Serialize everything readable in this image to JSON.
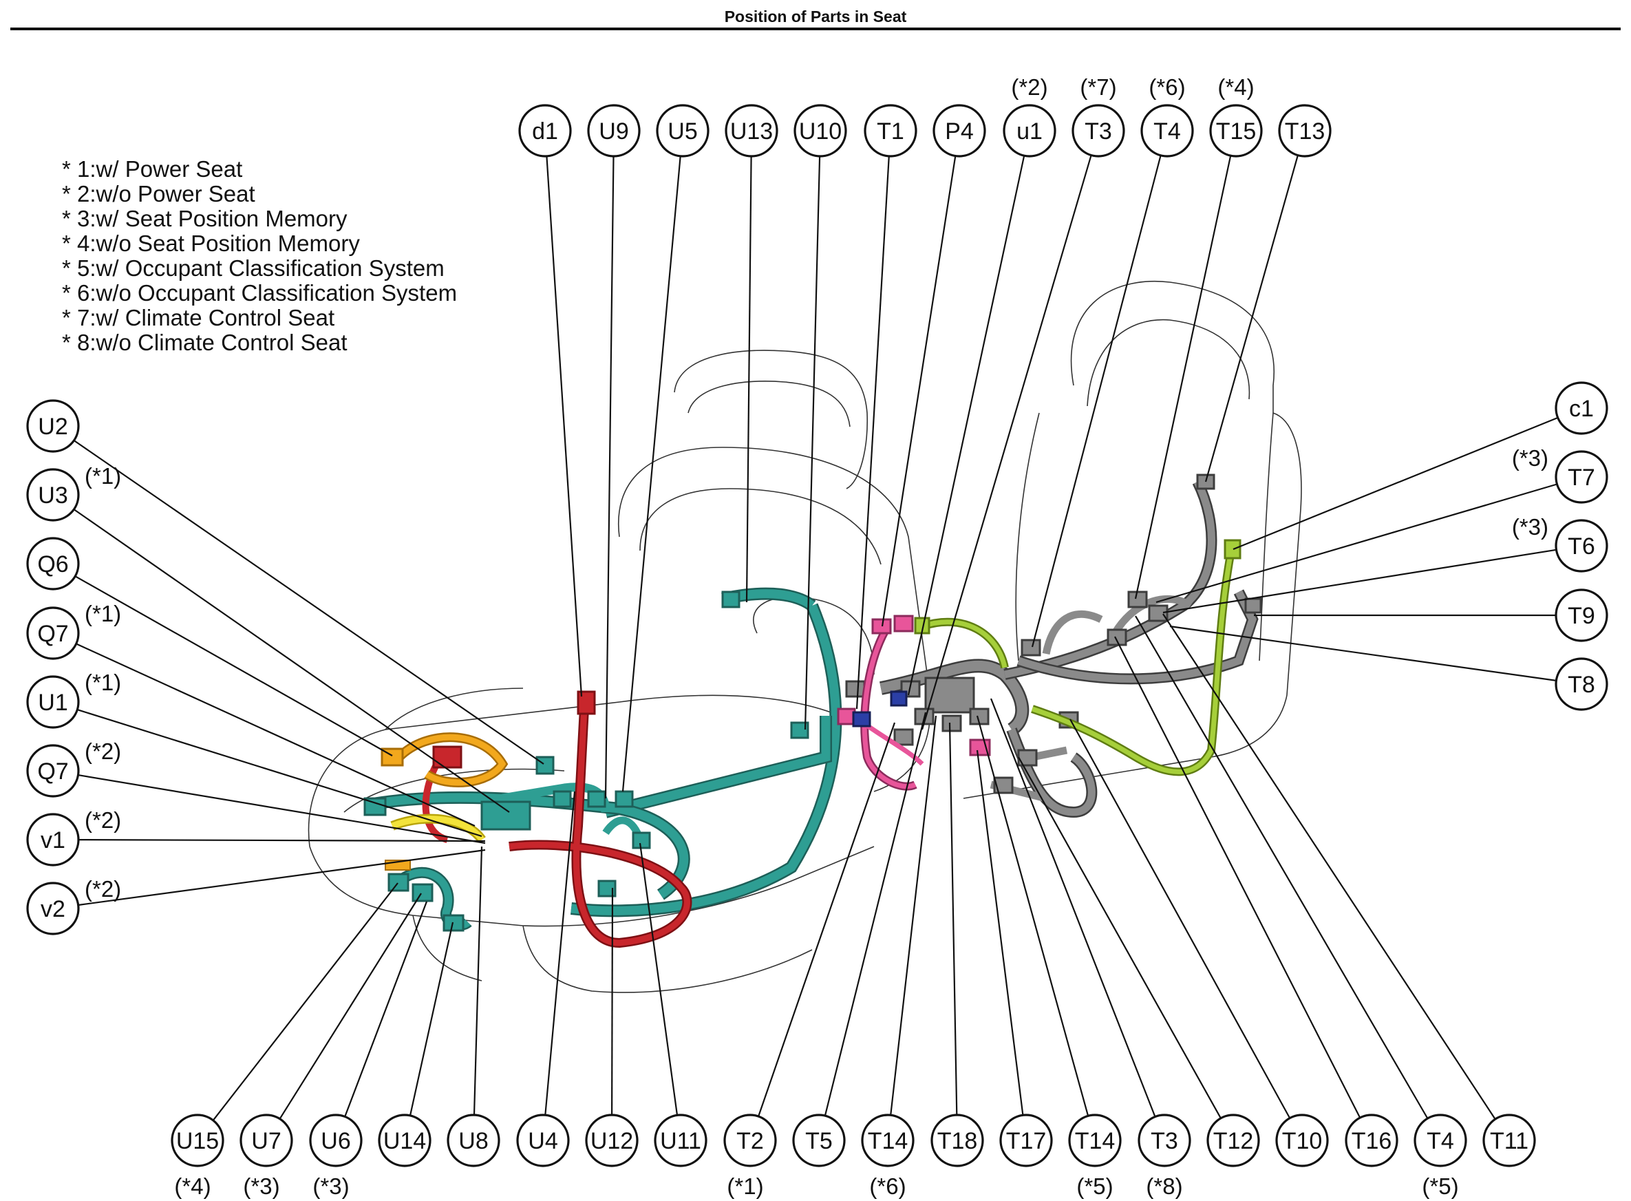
{
  "title": "Position of Parts in Seat",
  "legend": [
    "* 1:w/ Power Seat",
    "* 2:w/o Power Seat",
    "* 3:w/ Seat Position Memory",
    "* 4:w/o Seat Position Memory",
    "* 5:w/ Occupant Classification System",
    "* 6:w/o Occupant Classification System",
    "* 7:w/ Climate Control Seat",
    "* 8:w/o Climate Control Seat"
  ],
  "callouts_top": [
    {
      "label": "d1",
      "note": ""
    },
    {
      "label": "U9",
      "note": ""
    },
    {
      "label": "U5",
      "note": ""
    },
    {
      "label": "U13",
      "note": ""
    },
    {
      "label": "U10",
      "note": ""
    },
    {
      "label": "T1",
      "note": ""
    },
    {
      "label": "P4",
      "note": ""
    },
    {
      "label": "u1",
      "note": "(*2)"
    },
    {
      "label": "T3",
      "note": "(*7)"
    },
    {
      "label": "T4",
      "note": "(*6)"
    },
    {
      "label": "T15",
      "note": "(*4)"
    },
    {
      "label": "T13",
      "note": ""
    }
  ],
  "callouts_left": [
    {
      "label": "U2",
      "note": ""
    },
    {
      "label": "U3",
      "note": "(*1)"
    },
    {
      "label": "Q6",
      "note": ""
    },
    {
      "label": "Q7",
      "note": "(*1)"
    },
    {
      "label": "U1",
      "note": "(*1)"
    },
    {
      "label": "Q7",
      "note": "(*2)"
    },
    {
      "label": "v1",
      "note": "(*2)"
    },
    {
      "label": "v2",
      "note": "(*2)"
    }
  ],
  "callouts_right": [
    {
      "label": "c1",
      "note": ""
    },
    {
      "label": "T7",
      "note": "(*3)"
    },
    {
      "label": "T6",
      "note": "(*3)"
    },
    {
      "label": "T9",
      "note": ""
    },
    {
      "label": "T8",
      "note": ""
    }
  ],
  "callouts_bottom": [
    {
      "label": "U15",
      "note": "(*4)"
    },
    {
      "label": "U7",
      "note": "(*3)"
    },
    {
      "label": "U6",
      "note": "(*3)"
    },
    {
      "label": "U14",
      "note": ""
    },
    {
      "label": "U8",
      "note": ""
    },
    {
      "label": "U4",
      "note": ""
    },
    {
      "label": "U12",
      "note": ""
    },
    {
      "label": "U11",
      "note": ""
    },
    {
      "label": "T2",
      "note": "(*1)"
    },
    {
      "label": "T5",
      "note": ""
    },
    {
      "label": "T14",
      "note": "(*6)"
    },
    {
      "label": "T18",
      "note": ""
    },
    {
      "label": "T17",
      "note": ""
    },
    {
      "label": "T14",
      "note": "(*5)"
    },
    {
      "label": "T3",
      "note": "(*8)"
    },
    {
      "label": "T12",
      "note": ""
    },
    {
      "label": "T10",
      "note": ""
    },
    {
      "label": "T16",
      "note": ""
    },
    {
      "label": "T4",
      "note": "(*5)"
    },
    {
      "label": "T11",
      "note": ""
    }
  ],
  "colors": {
    "harness_teal": "#2e9e93",
    "harness_gray": "#8a8a8a",
    "harness_red": "#c8262c",
    "harness_orange": "#f2a81d",
    "harness_yellow": "#f3e33b",
    "harness_green": "#a6cf3a",
    "harness_pink": "#e8559a",
    "harness_blue": "#2b3fa6",
    "line": "#111111"
  }
}
